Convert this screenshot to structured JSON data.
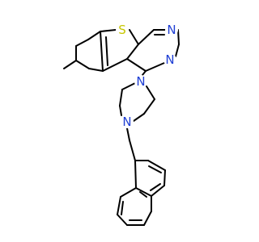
{
  "colors": {
    "background": "#ffffff",
    "bond": "#000000",
    "sulfur": "#c6c600",
    "nitrogen": "#1f3fd4"
  },
  "molecule": {
    "atoms": {
      "sulfur": {
        "element": "S",
        "label": "S"
      },
      "n_pyrimidine_top": {
        "element": "N",
        "label": "N"
      },
      "n_pyrimidine_bottom": {
        "element": "N",
        "label": "N"
      },
      "n_piperazine_top": {
        "element": "N",
        "label": "N"
      },
      "n_piperazine_bottom": {
        "element": "N",
        "label": "N"
      }
    },
    "fragments": [
      "methyl-tetrahydro-ring",
      "thiophene-ring",
      "pyrimidine-ring",
      "piperazine-ring",
      "methylene-linker",
      "naphthalene-ring-a",
      "naphthalene-ring-b"
    ]
  }
}
